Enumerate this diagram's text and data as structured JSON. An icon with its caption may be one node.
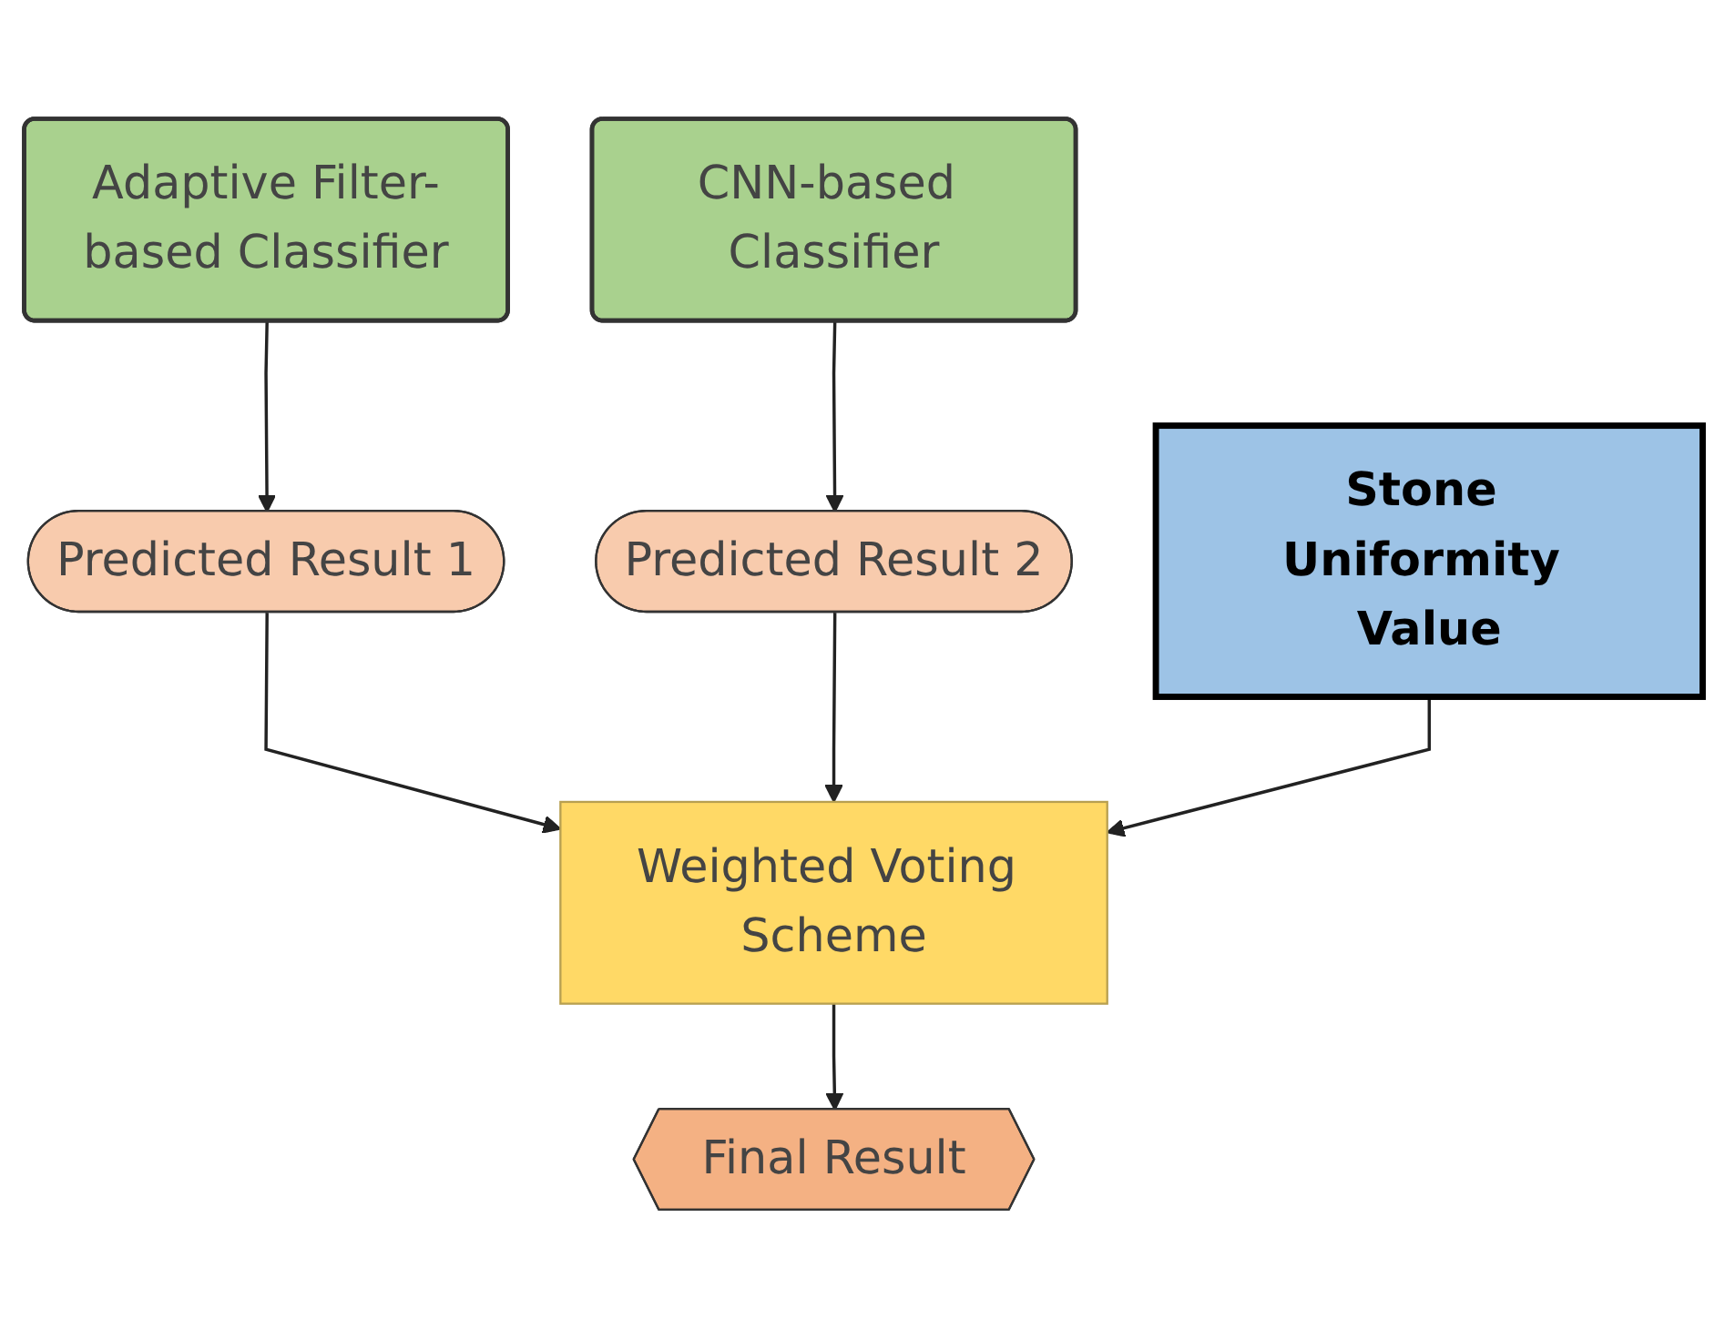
{
  "diagram": {
    "nodes": [
      {
        "text": [
          "Adaptive Filter-based Classifier"
        ]
      },
      {
        "text": [
          "CNN-based Classifier"
        ]
      },
      {
        "text": [
          "Predicted Result 1"
        ]
      },
      {
        "text": [
          "Predicted Result 2"
        ]
      },
      {
        "text": [
          "Weighted Voting Scheme"
        ]
      },
      {
        "text": [
          "Stone Uniformity Value"
        ]
      },
      {
        "text": [
          "Final Result"
        ]
      }
    ],
    "edges": [
      {
        "from": 0,
        "to": 2,
        "arrow": "to"
      },
      {
        "from": 1,
        "to": 3,
        "arrow": "to"
      },
      {
        "from": 2,
        "to": 4,
        "arrow": "to"
      },
      {
        "from": 3,
        "to": 4,
        "arrow": "to"
      },
      {
        "from": 5,
        "to": 4,
        "arrow": "to"
      },
      {
        "from": 4,
        "to": 6,
        "arrow": "to"
      }
    ]
  }
}
